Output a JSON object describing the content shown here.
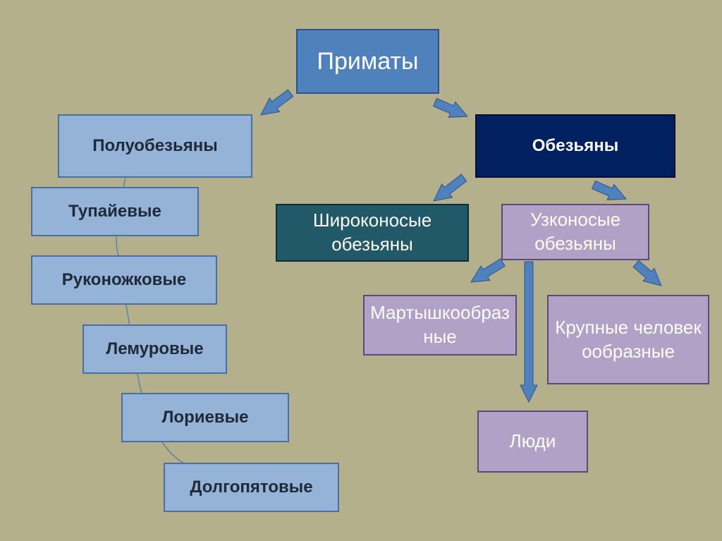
{
  "root": {
    "label": "Приматы"
  },
  "prosimians": {
    "label": "Полуобезьяны",
    "families": [
      "Тупайевые",
      "Руконожковые",
      "Лемуровые",
      "Лориевые",
      "Долгопятовые"
    ]
  },
  "monkeys": {
    "label": "Обезьяны",
    "platyrrhini": "Широконосые обезьяны",
    "catarrhini": {
      "label": "Узконосые обезьяны",
      "cercopithecids": "Мартышкообразные",
      "great_apes": "Крупные человекообразные",
      "humans": "Люди"
    }
  },
  "colors": {
    "background": "#b3b08b",
    "primates": "#4f81bd",
    "light_blue": "#95b3d7",
    "dark_navy": "#002060",
    "teal": "#215968",
    "lavender": "#b2a1c7",
    "arrow": "#4f81bd"
  }
}
